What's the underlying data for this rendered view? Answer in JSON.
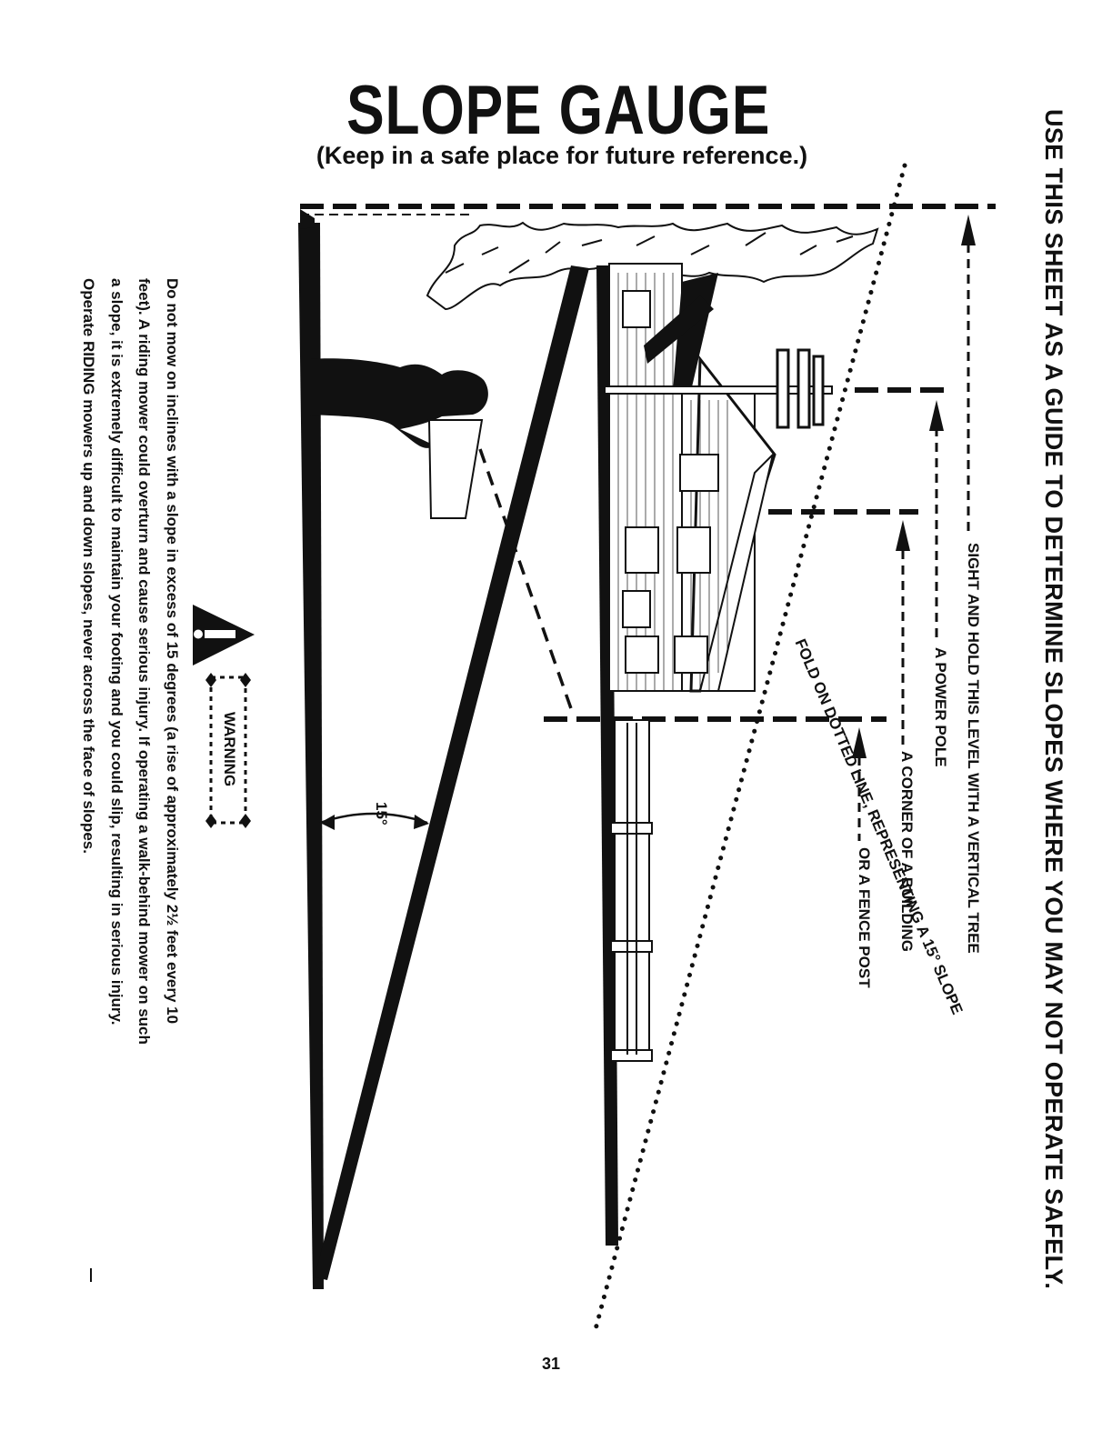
{
  "title": "SLOPE GAUGE",
  "subtitle": "(Keep in a safe place for future reference.)",
  "headline": "USE THIS SHEET AS A GUIDE TO DETERMINE SLOPES WHERE YOU MAY NOT OPERATE SAFELY.",
  "labels": {
    "tree": "SIGHT AND HOLD THIS LEVEL WITH A VERTICAL TREE",
    "pole": "A POWER POLE",
    "building": "A CORNER OF A BUILDING",
    "fence": "OR A FENCE POST"
  },
  "fold_line": "FOLD ON DOTTED LINE, REPRESENTING A 15° SLOPE",
  "angle_label": "15°",
  "warning": {
    "label": "WARNING",
    "lines": [
      "Do not mow on inclines with a slope in excess of 15 degrees (a rise of approximately 2½ feet every 10",
      "feet). A riding mower could overturn and cause serious injury. If operating a walk-behind mower on such",
      "a slope, it is extremely difficult to maintain your footing and you could slip, resulting in serious injury.",
      "Operate RIDING mowers up and down slopes, never across the face of slopes."
    ]
  },
  "page_number": "31",
  "colors": {
    "ink": "#111111",
    "paper": "#ffffff"
  }
}
